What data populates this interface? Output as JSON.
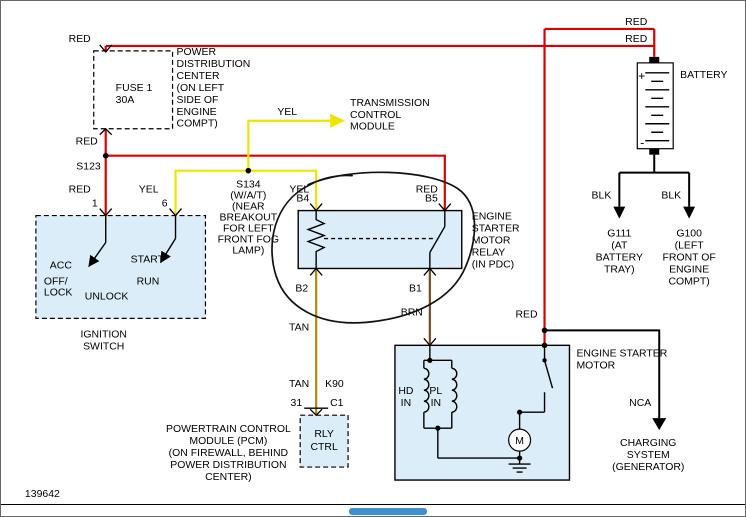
{
  "figure_number": "139642",
  "colors": {
    "red": "#dd0000",
    "yellow": "#efe400",
    "tan": "#b8860b",
    "brown": "#7a4a1e",
    "black": "#000000",
    "box_fill": "#daedf8",
    "scroll_thumb": "#3f8fd2"
  },
  "wire_labels": {
    "red_top_left": "RED",
    "red_below_fuse": "RED",
    "red_top_right_upper": "RED",
    "red_top_right_lower": "RED",
    "red_ign_pin1": "RED",
    "yel_ign_pin6": "YEL",
    "yel_to_tcm": "YEL",
    "yel_b4": "YEL",
    "red_b5": "RED",
    "tan_b2": "TAN",
    "brn_b1": "BRN",
    "tan_pcm": "TAN",
    "circuit_k90": "K90",
    "red_starter": "RED",
    "blk_g111": "BLK",
    "blk_g100": "BLK",
    "nca": "NCA"
  },
  "splices": {
    "s123": "S123",
    "s134_lines": [
      "S134",
      "(W/A/T)",
      "(NEAR",
      "BREAKOUT",
      "FOR LEFT",
      "FRONT FOG",
      "LAMP)"
    ]
  },
  "pdc": {
    "fuse_name": "FUSE 1",
    "fuse_rating": "30A",
    "note_lines": [
      "POWER",
      "DISTRIBUTION",
      "CENTER",
      "(ON LEFT",
      "SIDE OF",
      "ENGINE",
      "COMPT)"
    ]
  },
  "tcm": {
    "lines": [
      "TRANSMISSION",
      "CONTROL",
      "MODULE"
    ]
  },
  "relay": {
    "pin_b4": "B4",
    "pin_b5": "B5",
    "pin_b2": "B2",
    "pin_b1": "B1",
    "label_lines": [
      "ENGINE",
      "STARTER",
      "MOTOR",
      "RELAY",
      "(IN PDC)"
    ]
  },
  "ignition": {
    "pin_1": "1",
    "pin_6": "6",
    "pos_acc": "ACC",
    "pos_off_1": "OFF/",
    "pos_off_2": "LOCK",
    "pos_run": "RUN",
    "pos_start": "START",
    "pos_unlock": "UNLOCK",
    "title_lines": [
      "IGNITION",
      "SWITCH"
    ]
  },
  "battery": {
    "label": "BATTERY",
    "positive": "+",
    "negative": "-"
  },
  "grounds": {
    "g111_lines": [
      "G111",
      "(AT",
      "BATTERY",
      "TRAY)"
    ],
    "g100_lines": [
      "G100",
      "(LEFT",
      "FRONT OF",
      "ENGINE",
      "COMPT)"
    ]
  },
  "pcm": {
    "pin_31": "31",
    "pin_c1": "C1",
    "box_lines": [
      "RLY",
      "CTRL"
    ],
    "note_lines": [
      "POWERTRAIN CONTROL",
      "MODULE (PCM)",
      "(ON FIREWALL, BEHIND",
      "POWER DISTRIBUTION",
      "CENTER)"
    ]
  },
  "starter": {
    "title_lines": [
      "ENGINE STARTER",
      "MOTOR"
    ],
    "hd_lines": [
      "HD",
      "IN"
    ],
    "pl_lines": [
      "PL",
      "IN"
    ],
    "motor_letter": "M"
  },
  "charging": {
    "lines": [
      "CHARGING",
      "SYSTEM",
      "(GENERATOR)"
    ]
  }
}
